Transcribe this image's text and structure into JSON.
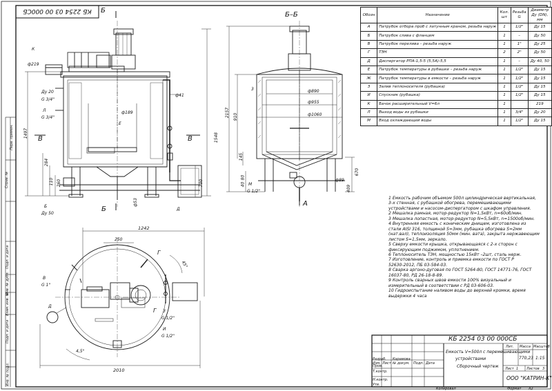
{
  "title_block": {
    "doc_number": "КБ 2254 03 00 000СБ",
    "doc_number_rotated": "КБ 2254 03 00 000СБ",
    "name_line1": "Емкость V=500л с перемешивающими",
    "name_line2": "устройствами",
    "doc_type": "Сборочный чертеж",
    "lit_label": "Лит.",
    "mass_label": "Масса",
    "scale_label": "Масштаб",
    "mass_value": "770,23",
    "scale_value": "1:15",
    "sheet_label": "Лист",
    "sheet_value": "1",
    "sheets_label": "Листов",
    "sheets_value": "3",
    "company": "ООО \"КАТРИН-К\"",
    "copied": "Копировал",
    "format_label": "Формат",
    "format_value": "А2",
    "roles": [
      "Изм.",
      "Лист",
      "№ докум.",
      "Подп.",
      "Дата",
      "Разраб.",
      "Пров.",
      "Т.контр.",
      "Н.контр.",
      "Утв."
    ],
    "developer": "Карамова"
  },
  "side_strip": [
    "Перв. примен.",
    "Справ. №",
    "Подп. и дата",
    "Инв. № дубл.",
    "Взам. инв. №",
    "Подп. и дата",
    "Инв. № подл."
  ],
  "spec_table": {
    "headers": [
      "Обозн",
      "Назначение",
      "Кол. шт",
      "Резьба G",
      "Диаметр Ду (DN), мм"
    ],
    "rows": [
      [
        "А",
        "Патрубок отбора проб с латунным краном, резьба наруж",
        "1",
        "1/2\"",
        "Ду 15"
      ],
      [
        "Б",
        "Патрубок слива с фланцем",
        "1",
        "–",
        "Ду 50"
      ],
      [
        "В",
        "Патрубок перелива – резьба наруж",
        "1",
        "1\"",
        "Ду 25"
      ],
      [
        "Г",
        "ТЭН",
        "2",
        "2\"",
        "Ду 50"
      ],
      [
        "Д",
        "Диспергатор РПА-1,5-5 (5,5А)-5,5",
        "1",
        "–",
        "Ду 40, 50"
      ],
      [
        "Е",
        "Патрубок температуры в рубашке – резьба наруж",
        "1",
        "1/2\"",
        "Ду 15"
      ],
      [
        "Ж",
        "Патрубок температуры в емкости – резьба наруж",
        "1",
        "1/2\"",
        "Ду 15"
      ],
      [
        "З",
        "Залив теплоносителя (рубашка)",
        "1",
        "1/2\"",
        "Ду 15"
      ],
      [
        "И",
        "Спускник (рубашка)",
        "1",
        "1/2\"",
        "Ду 15"
      ],
      [
        "К",
        "Бачок расширительный V=6л",
        "1",
        "",
        "219"
      ],
      [
        "Л",
        "Выход воды из рубашки",
        "1",
        "3/4\"",
        "Ду 20"
      ],
      [
        "М",
        "Вход охлаждающей воды",
        "1",
        "1/2\"",
        "Ду 15"
      ]
    ]
  },
  "notes": [
    "1 Емкость рабочим объемом 500л цилиндрическая вертикальная,",
    "3-х стенная, с рубашкой обогрева, перемешивающими",
    "устройствами и насосом-диспергатором с шкафом управления.",
    "2 Мешалка рамная, мотор-редуктор N=1,5кВт, n=60об/мин.",
    "3 Мешалка лопастная, мотор-редуктор N=5,5кВт, n=1500об/мин.",
    "4 Внутренняя емкость с коническим днищем, изготовлена из",
    "стали AISI 316, толщиной S=3мм, рубашка обогрева S=2мм",
    "(нат.вал), теплоизоляция 50мм (мин. вата), закрыта нержавеющим",
    "листом S=1,5мм, зеркало.",
    "5 Сверху емкости крышка, открывающаяся с 2-х сторон с",
    "фиксирующим поджимом, уплотнением.",
    "6 Теплоноситель ТЭН, мощностью 15кВт –2шт, сталь нерж.",
    "7 Изготовление, контроль и приемка емкости по ГОСТ Р",
    "52630-2012, ПБ 03-584-03.",
    "8 Сварка аргоно-дуговая по ГОСТ 5264-80, ГОСТ 14771-76, ГОСТ",
    "16037-80, РД 26-18-8-89.",
    "9 Контроль сварных швов емкости 100% визуальный и",
    "измерительный в соответствии с РД 03-606-03.",
    "10 Гидроиспытание наливом воды до верхней кромки, время",
    "выдержки 4 часа"
  ],
  "view_labels": {
    "section": "Б–Б",
    "cut_b_top": "Б",
    "cut_b_bottom": "Б",
    "cut_v_left": "В",
    "cut_v_right": "В",
    "cut_a": "А"
  },
  "front_dims": {
    "d219": "ф219",
    "k": "К",
    "du20": "Ду 20",
    "g34a": "G 3/4\"",
    "l": "Л",
    "g34b": "G 3/4\"",
    "d189": "ф189",
    "e": "Е",
    "d41": "ф41",
    "h1497": "1497",
    "h284": "284",
    "h110": "110",
    "h260": "260",
    "h1548": "1548",
    "h700": "700",
    "d53": "ф53",
    "b": "Б",
    "du50": "Ду 50",
    "d": "Д"
  },
  "section_dims": {
    "d890": "ф890",
    "d955": "ф955",
    "d1060": "ф1060",
    "h2157": "2157",
    "h910": "910",
    "h145": "145",
    "h80": "80",
    "h40": "40",
    "m": "М",
    "g12": "G 1/2\"",
    "d89": "ф89",
    "h670": "670",
    "h409": "409",
    "n3": "3"
  },
  "plan_dims": {
    "w1242": "1242",
    "w250": "250",
    "a45top": "45°",
    "g_top": "Г",
    "v": "В",
    "g1": "G 1\"",
    "d_small": "Д",
    "g_mid": "Г",
    "z": "З",
    "g12a": "G 1/2\"",
    "i": "И",
    "g12b": "G 1/2\"",
    "a45bot": "4,5°",
    "w2010": "2010"
  },
  "colors": {
    "line": "#1a1a1a",
    "paper": "#ffffff",
    "hatch": "#555555"
  }
}
